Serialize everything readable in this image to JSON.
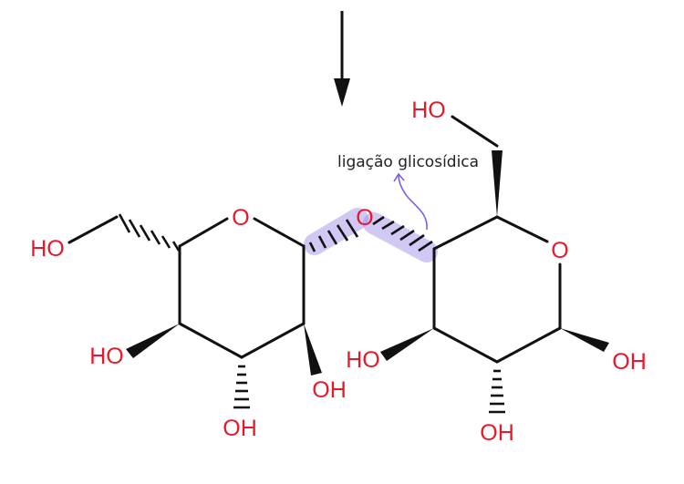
{
  "colors": {
    "atom_label": "#e8182a",
    "bond": "#111111",
    "highlight": "#9a86e6",
    "callout_arrow": "#7b5cf0"
  },
  "annotation": {
    "label": "ligação glicosídica"
  },
  "left_ring": {
    "ring_oxygen": "O",
    "ch2oh": "HO",
    "c4_oh": "HO",
    "c3_oh": "OH",
    "c2_oh": "OH"
  },
  "bridge": {
    "oxygen": "O"
  },
  "right_ring": {
    "ring_oxygen": "O",
    "ch2oh": "HO",
    "c3_oh": "HO",
    "c2_oh": "OH",
    "c1_oh": "OH"
  },
  "icons": [
    "down-arrow-icon",
    "curved-arrow-icon"
  ]
}
